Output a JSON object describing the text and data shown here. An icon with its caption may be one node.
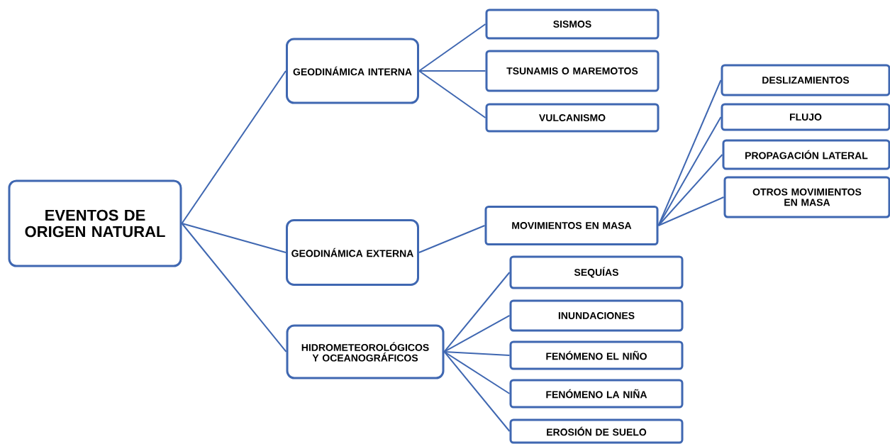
{
  "diagram": {
    "nodes": [
      {
        "text": [
          "EVENTOS DE ORIGEN NATURAL"
        ]
      },
      {
        "text": [
          "GEODINÁMICA INTERNA"
        ]
      },
      {
        "text": [
          "SISMOS"
        ]
      },
      {
        "text": [
          "TSUNAMIS O MAREMOTOS"
        ]
      },
      {
        "text": [
          "VULCANISMO"
        ]
      },
      {
        "text": [
          "GEODINÁMICA EXTERNA"
        ]
      },
      {
        "text": [
          "MOVIMIENTOS EN MASA"
        ]
      },
      {
        "text": [
          "DESLIZAMIENTOS"
        ]
      },
      {
        "text": [
          "FLUJO"
        ]
      },
      {
        "text": [
          "PROPAGACIÓN LATERAL"
        ]
      },
      {
        "text": [
          "OTROS MOVIMIENTOS EN MASA"
        ]
      },
      {
        "text": [
          "HIDROMETEOROLÓGICOS Y OCEANOGRÁFICOS"
        ]
      },
      {
        "text": [
          "SEQUÍAS"
        ]
      },
      {
        "text": [
          "INUNDACIONES"
        ]
      },
      {
        "text": [
          "FENÓMENO EL NIÑO"
        ]
      },
      {
        "text": [
          "FENÓMENO LA NIÑA"
        ]
      },
      {
        "text": [
          "EROSIÓN DE SUELO"
        ]
      }
    ],
    "edges": [
      {
        "from": 0,
        "to": 1,
        "arrow": "none"
      },
      {
        "from": 0,
        "to": 5,
        "arrow": "none"
      },
      {
        "from": 0,
        "to": 11,
        "arrow": "none"
      },
      {
        "from": 1,
        "to": 2,
        "arrow": "none"
      },
      {
        "from": 1,
        "to": 3,
        "arrow": "none"
      },
      {
        "from": 1,
        "to": 4,
        "arrow": "none"
      },
      {
        "from": 5,
        "to": 6,
        "arrow": "none"
      },
      {
        "from": 6,
        "to": 7,
        "arrow": "none"
      },
      {
        "from": 6,
        "to": 8,
        "arrow": "none"
      },
      {
        "from": 6,
        "to": 9,
        "arrow": "none"
      },
      {
        "from": 6,
        "to": 10,
        "arrow": "none"
      },
      {
        "from": 11,
        "to": 12,
        "arrow": "none"
      },
      {
        "from": 11,
        "to": 13,
        "arrow": "none"
      },
      {
        "from": 11,
        "to": 14,
        "arrow": "none"
      },
      {
        "from": 11,
        "to": 15,
        "arrow": "none"
      },
      {
        "from": 11,
        "to": 16,
        "arrow": "none"
      }
    ]
  }
}
